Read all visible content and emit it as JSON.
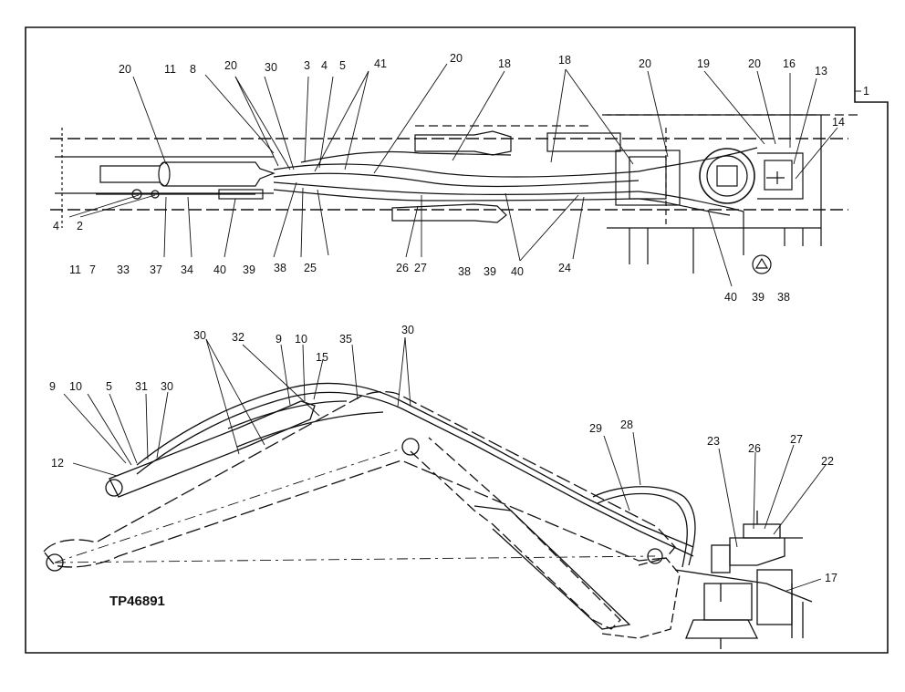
{
  "figure_code": "TP46891",
  "corner_label": "1",
  "top_view": {
    "labels": {
      "a20": "20",
      "a11": "11",
      "a8": "8",
      "b20": "20",
      "a30": "30",
      "a3": "3",
      "a4": "4",
      "a5": "5",
      "a41": "41",
      "c20": "20",
      "a18": "18",
      "b18": "18",
      "d20": "20",
      "a19": "19",
      "e20": "20",
      "a16": "16",
      "a13": "13",
      "a14": "14",
      "b4": "4",
      "a2": "2",
      "b11": "11",
      "a7": "7",
      "a33": "33",
      "a37": "37",
      "a34": "34",
      "a40": "40",
      "a39": "39",
      "a38": "38",
      "a25": "25",
      "a26": "26",
      "a27": "27",
      "b38": "38",
      "b39": "39",
      "b40": "40",
      "a24": "24",
      "c40": "40",
      "c39": "39",
      "c38": "38"
    }
  },
  "side_view": {
    "labels": {
      "a30": "30",
      "a32": "32",
      "a9": "9",
      "a10": "10",
      "a35": "35",
      "b30": "30",
      "a15": "15",
      "b9": "9",
      "b10": "10",
      "a5": "5",
      "a31": "31",
      "c30": "30",
      "a12": "12",
      "a29": "29",
      "a28": "28",
      "a23": "23",
      "a26": "26",
      "a27": "27",
      "a22": "22",
      "a17": "17"
    }
  }
}
